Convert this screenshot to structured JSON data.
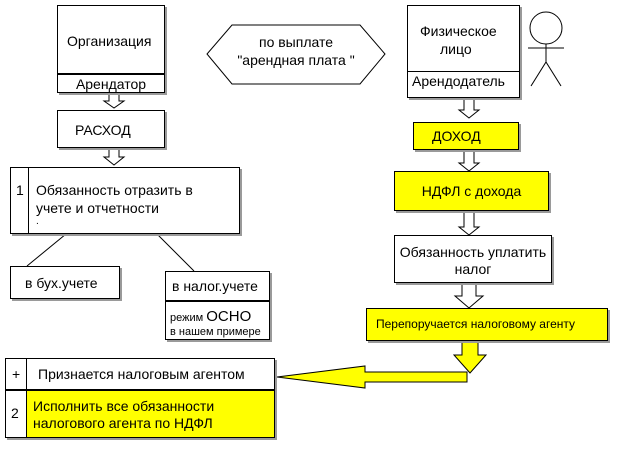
{
  "colors": {
    "highlight": "#ffff00",
    "stroke": "#000000",
    "shadow": "#9a9a9a"
  },
  "left": {
    "organization": "Организация",
    "lessee": "Арендатор",
    "expense": "РАСХОД",
    "duty_number": "1",
    "duty_text": [
      "Обязанность отразить в",
      "учете и отчетности",
      "."
    ],
    "accounting": "в  бух.учете",
    "tax_accounting": "в налог.учете",
    "regime_label": "режим",
    "regime_value": "ОСНО",
    "regime_note": "в нашем примере"
  },
  "center": {
    "payment_note": [
      "по выплате",
      "\"арендная плата \""
    ]
  },
  "right": {
    "individual": [
      "Физическое",
      "лицо"
    ],
    "person_icon": "stick-figure-icon",
    "lessor": "Арендодатель",
    "income": "ДОХОД",
    "ndfl": "НДФЛ с дохода",
    "obligation": [
      "Обязанность уплатить",
      "налог"
    ],
    "delegated": "Перепоручается налоговому агенту"
  },
  "bottom": {
    "row1_marker": "+",
    "row1_text": "Признается налоговым агентом",
    "row2_marker": "2",
    "row2_text": [
      "Исполнить все  обязанности",
      "налогового агента по НДФЛ"
    ]
  }
}
